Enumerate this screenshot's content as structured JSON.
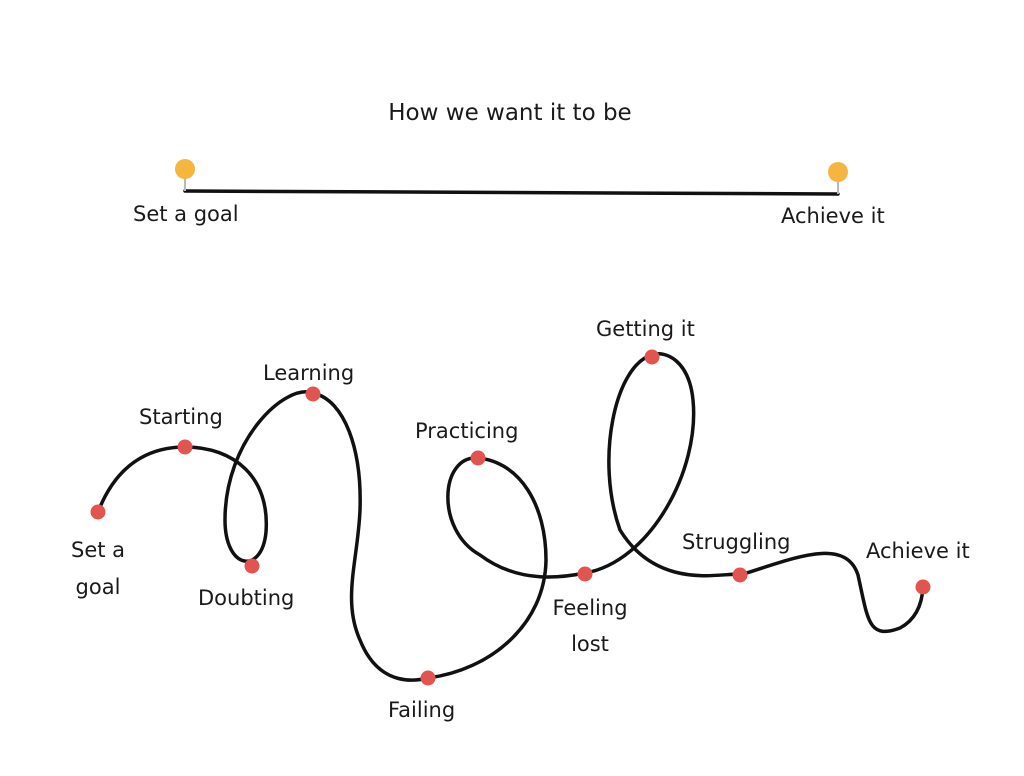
{
  "ideal": {
    "title": "How we want it to be",
    "start_label": "Set a goal",
    "end_label": "Achieve it"
  },
  "reality": {
    "labels": {
      "set_goal_line1": "Set a",
      "set_goal_line2": "goal",
      "starting": "Starting",
      "doubting": "Doubting",
      "learning": "Learning",
      "failing": "Failing",
      "practicing": "Practicing",
      "feeling_lost_line1": "Feeling",
      "feeling_lost_line2": "lost",
      "getting_it": "Getting it",
      "struggling": "Struggling",
      "achieve_it": "Achieve it"
    }
  },
  "colors": {
    "ideal_marker": "#f4b63f",
    "reality_marker": "#e2544f",
    "line": "#111111"
  }
}
